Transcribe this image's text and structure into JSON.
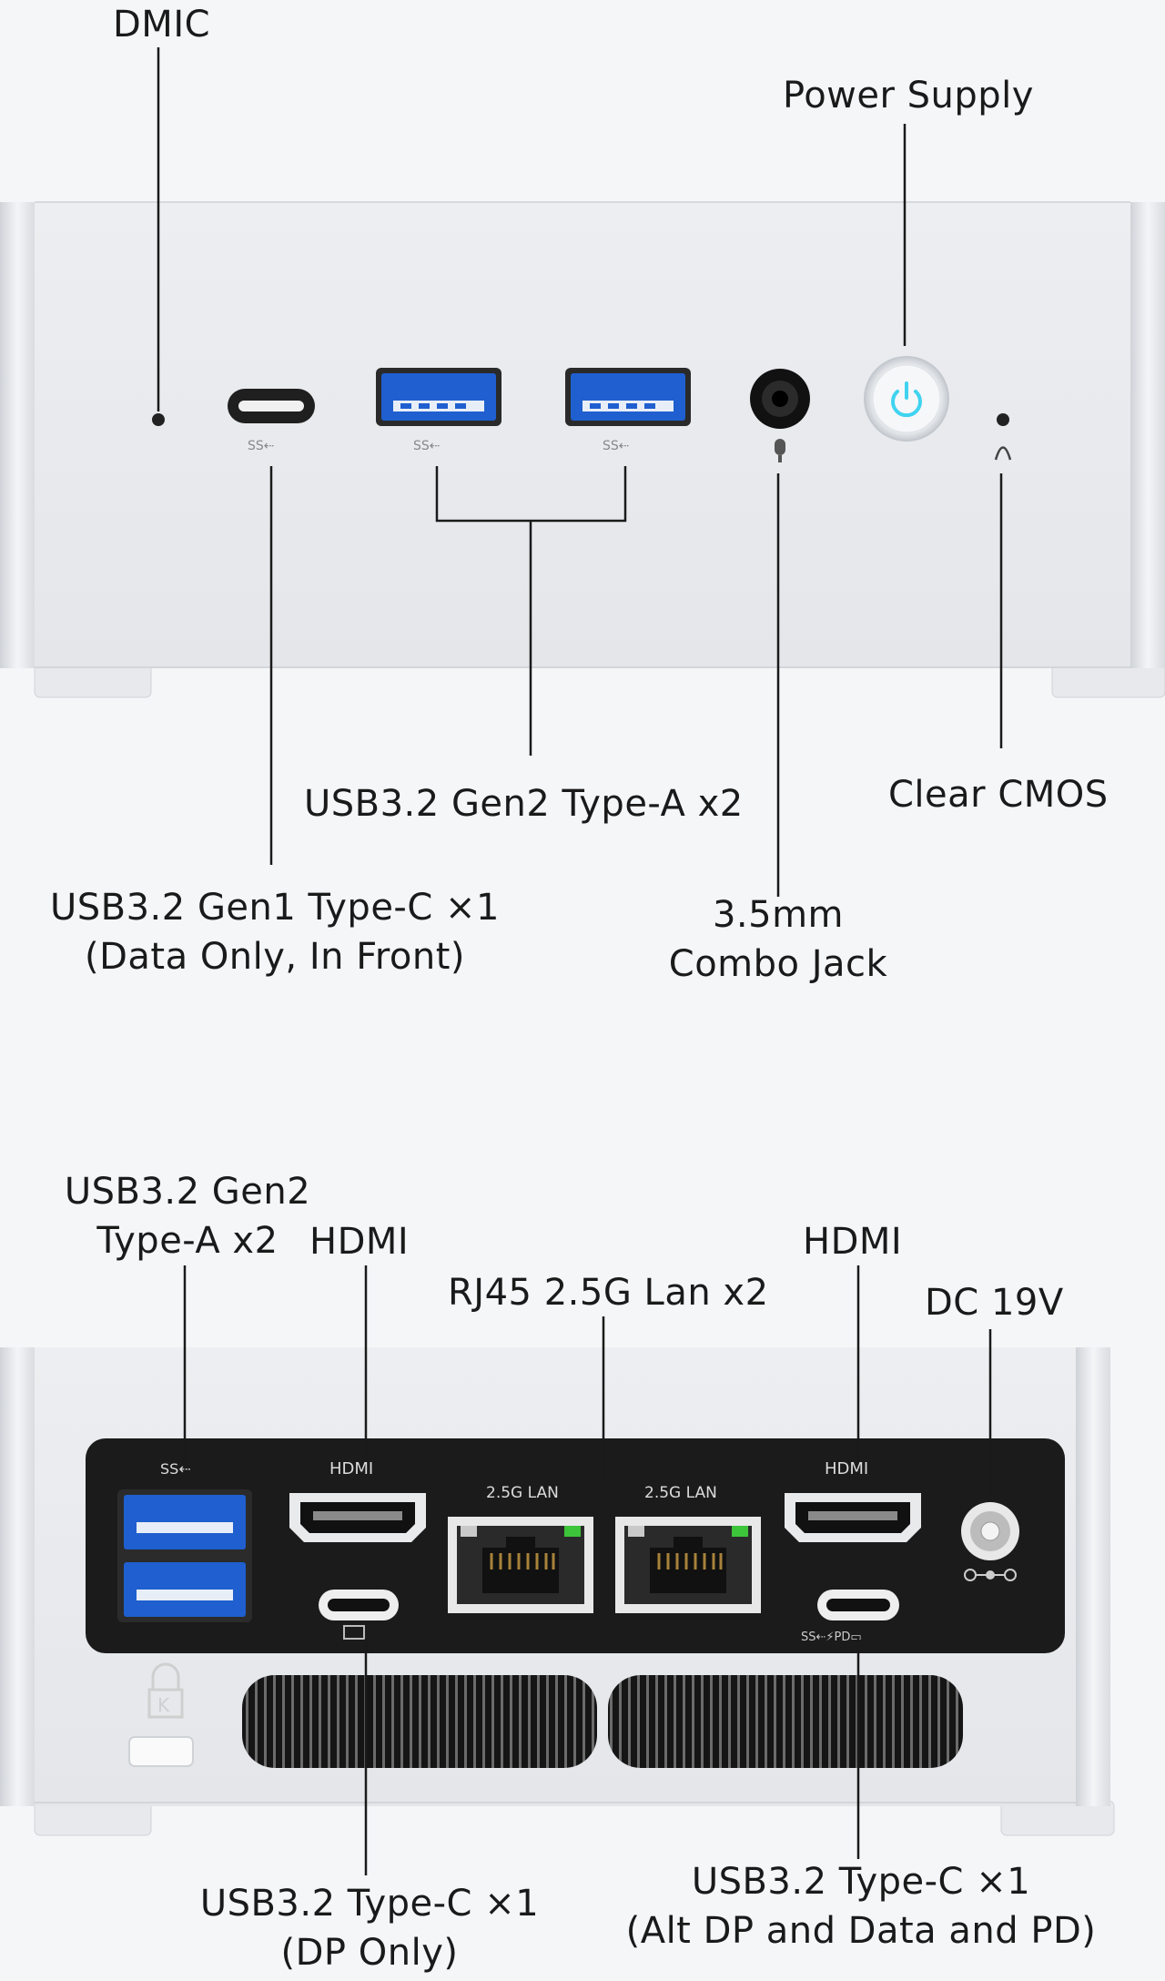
{
  "front": {
    "dmic": "DMIC",
    "power_supply": "Power Supply",
    "usbc_front_line1": "USB3.2 Gen1 Type-C ×1",
    "usbc_front_line2": "(Data Only, In Front)",
    "usba_front": "USB3.2 Gen2 Type-A x2",
    "jack_line1": "3.5mm",
    "jack_line2": "Combo Jack",
    "clear_cmos": "Clear CMOS",
    "port_marks": [
      "SS⇠",
      "SS⇠",
      "SS⇠"
    ]
  },
  "rear": {
    "usba_line1": "USB3.2 Gen2",
    "usba_line2": "Type-A x2",
    "hdmi_left": "HDMI",
    "rj45": "RJ45 2.5G Lan x2",
    "hdmi_right": "HDMI",
    "dc": "DC 19V",
    "usbc_dp_line1": "USB3.2 Type-C ×1",
    "usbc_dp_line2": "(DP Only)",
    "usbc_full_line1": "USB3.2 Type-C ×1",
    "usbc_full_line2": "(Alt DP and Data and PD)",
    "panel_labels": {
      "ss": "SS⇠",
      "hdmi1": "HDMI",
      "lan1": "2.5G LAN",
      "lan2": "2.5G LAN",
      "hdmi2": "HDMI"
    }
  },
  "colors": {
    "usb_blue": "#1f5fcf",
    "power_glow": "#3fd3f0",
    "panel_black": "#1b1b1b",
    "lan_led_green": "#3cc43a",
    "chassis": "#ebedf0"
  }
}
